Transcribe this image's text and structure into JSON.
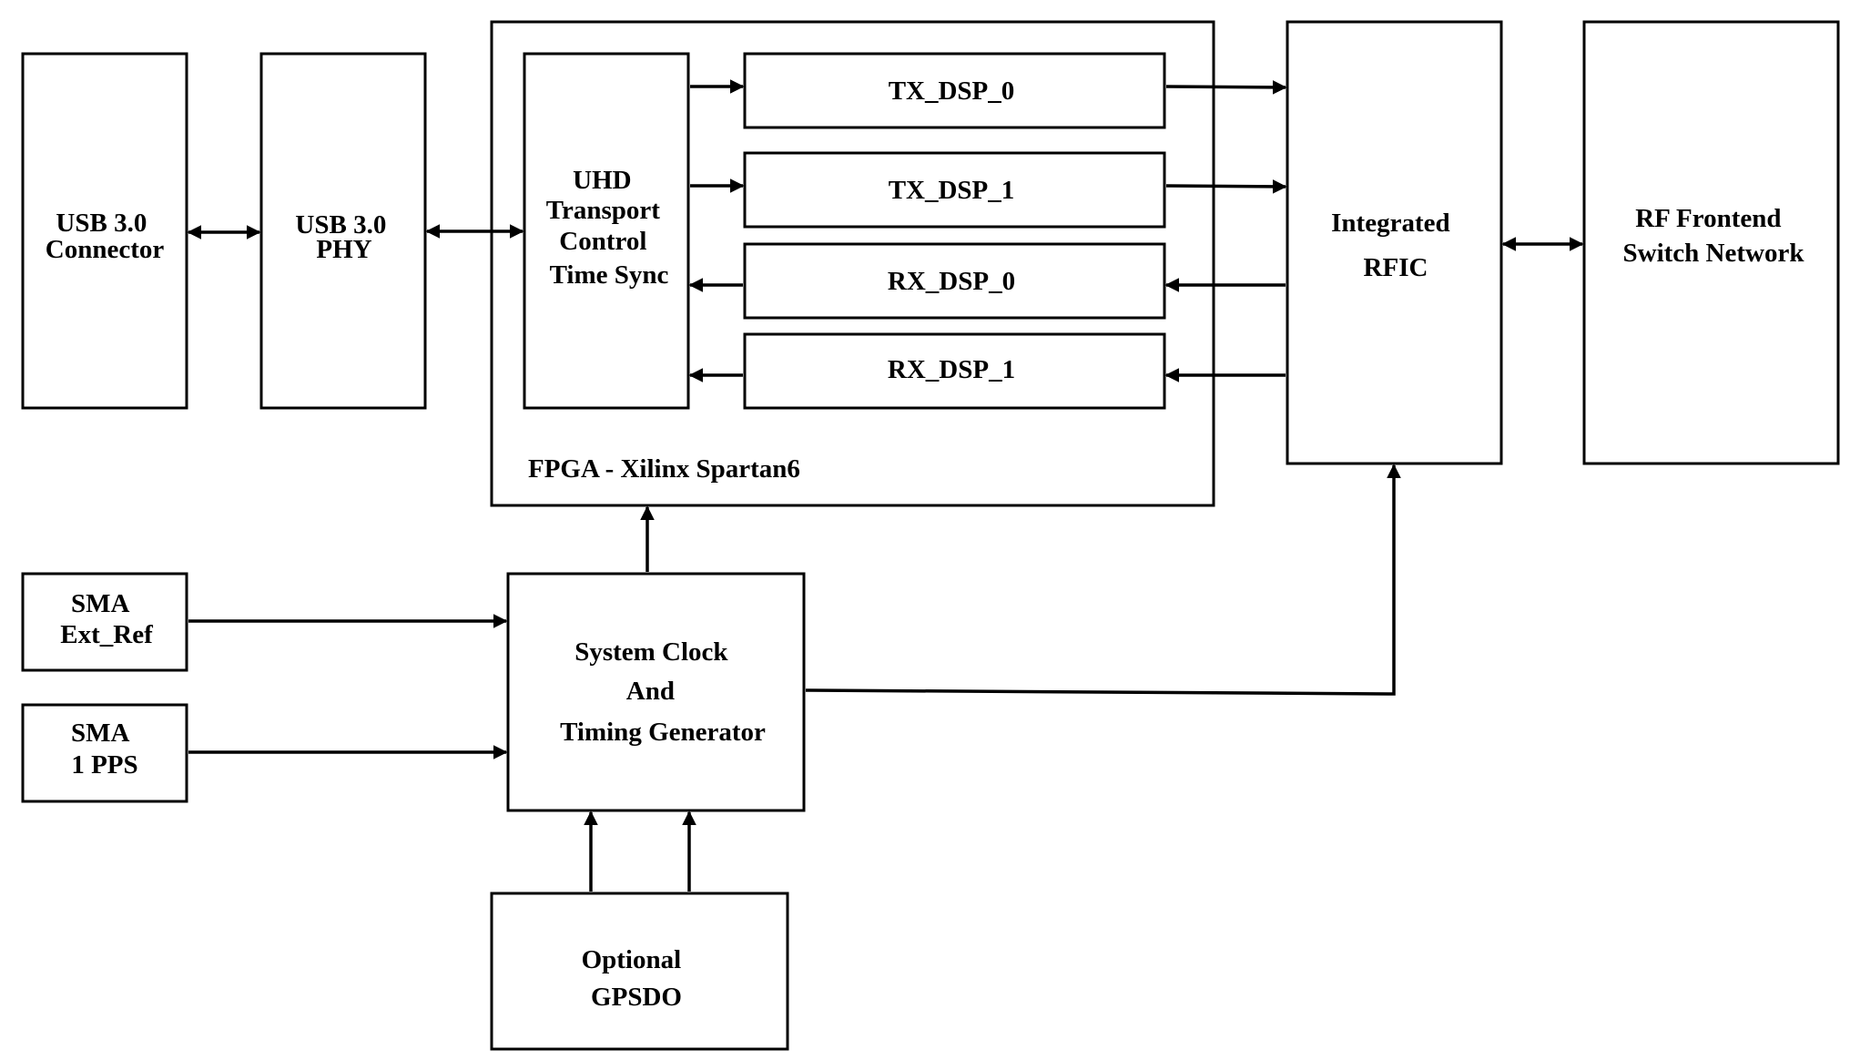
{
  "blocks": {
    "usb_connector": {
      "lines": [
        "USB 3.0",
        "Connector"
      ]
    },
    "usb_phy": {
      "lines": [
        "USB 3.0",
        "PHY"
      ]
    },
    "uhd": {
      "lines": [
        "UHD",
        "Transport",
        "Control",
        "Time Sync"
      ]
    },
    "tx_dsp_0": {
      "lines": [
        "TX_DSP_0"
      ]
    },
    "tx_dsp_1": {
      "lines": [
        "TX_DSP_1"
      ]
    },
    "rx_dsp_0": {
      "lines": [
        "RX_DSP_0"
      ]
    },
    "rx_dsp_1": {
      "lines": [
        "RX_DSP_1"
      ]
    },
    "fpga": {
      "label": "FPGA - Xilinx Spartan6"
    },
    "rfic": {
      "lines": [
        "Integrated",
        "RFIC"
      ]
    },
    "rf_frontend": {
      "lines": [
        "RF Frontend",
        "Switch Network"
      ]
    },
    "sma_ext_ref": {
      "lines": [
        "SMA",
        "Ext_Ref"
      ]
    },
    "sma_1pps": {
      "lines": [
        "SMA",
        "1 PPS"
      ]
    },
    "clock_gen": {
      "lines": [
        "System Clock",
        "And",
        "Timing Generator"
      ]
    },
    "gpsdo": {
      "lines": [
        "Optional",
        "GPSDO"
      ]
    }
  },
  "style": {
    "stroke": "#000000",
    "background": "#ffffff"
  }
}
